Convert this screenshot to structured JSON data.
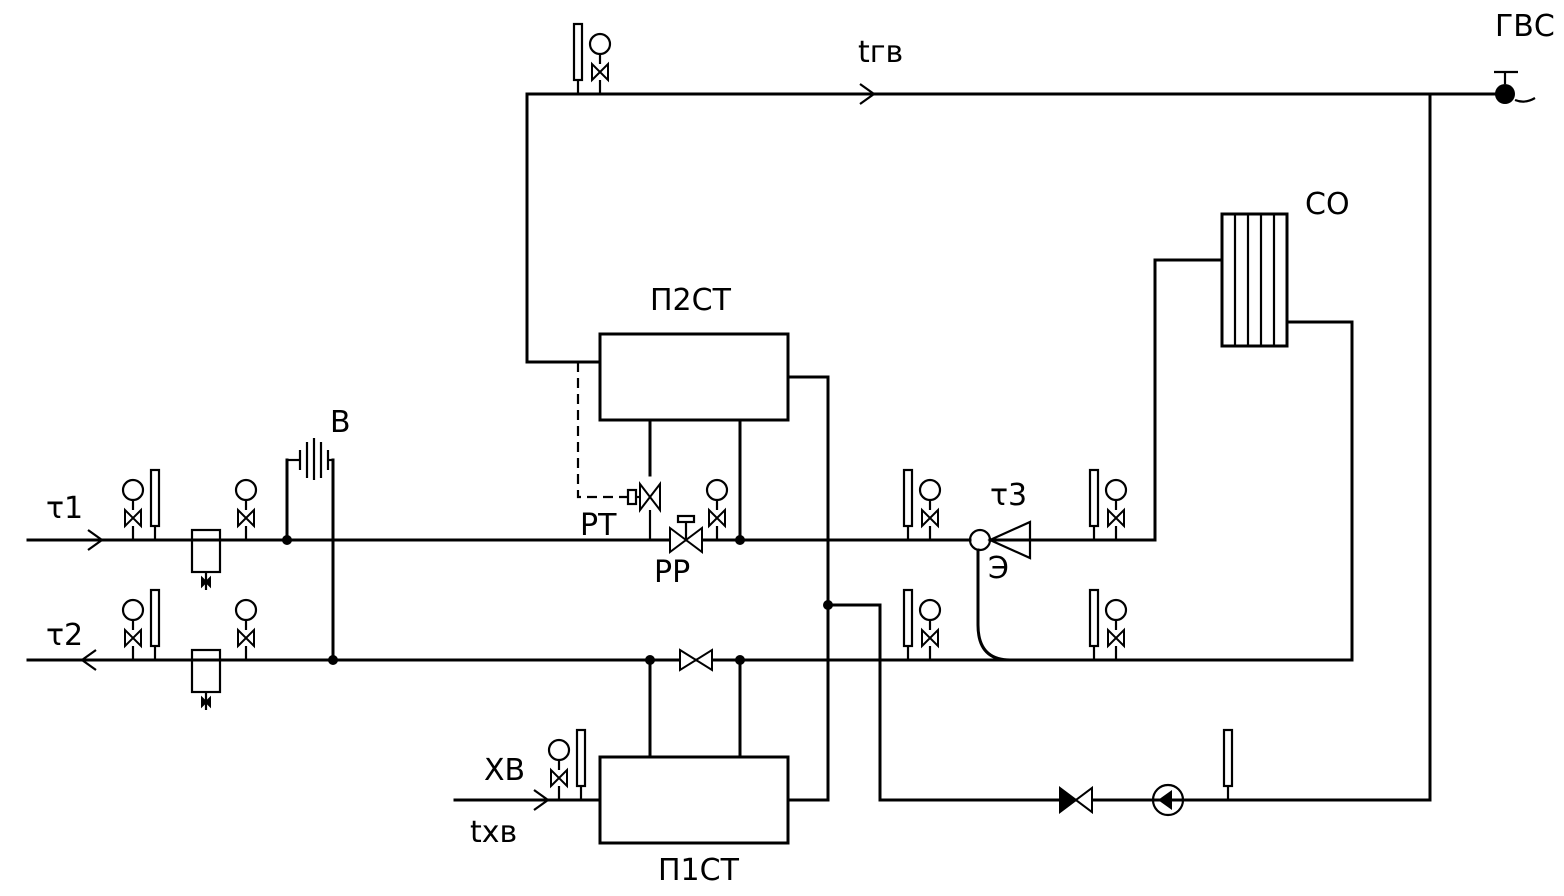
{
  "labels": {
    "t1": "τ1",
    "t2": "τ2",
    "t3": "τ3",
    "tgv": "tгв",
    "gvs": "ГВС",
    "co": "СО",
    "b": "В",
    "p2st": "П2СТ",
    "p1st": "П1СТ",
    "rt": "РТ",
    "rp": "РР",
    "e": "Э",
    "xv": "ХВ",
    "txv": "tхв"
  },
  "colors": {
    "line": "#000000",
    "background": "#ffffff"
  }
}
